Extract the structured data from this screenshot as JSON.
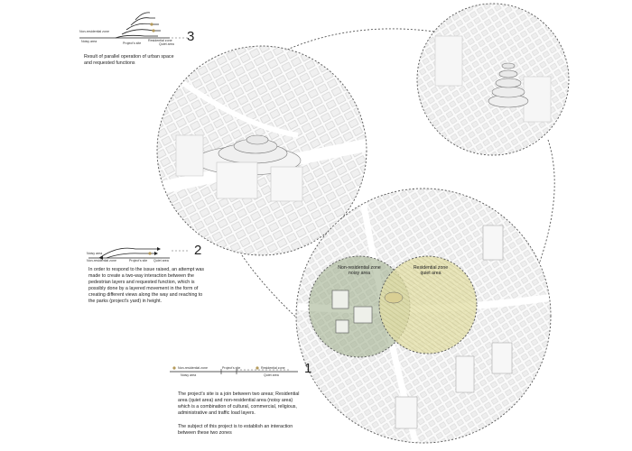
{
  "step3": {
    "number": "3",
    "legend": {
      "non_residential": "Non-residential zone",
      "residential": "Residential zone",
      "noisy": "Noisy area",
      "project": "Project's site",
      "quiet": "Quiet area"
    },
    "text": "Result of parallel operation of urban space and requested functions"
  },
  "step2": {
    "number": "2",
    "legend": {
      "noisy": "Noisy area",
      "project": "Project's site",
      "non_residential": "Non-residential zone",
      "quiet": "Quiet area"
    },
    "text": "In order to respond to the issue raised, an attempt was made to create a two-way interaction between the pedestrian layers and requested function, which is possibly done by a layered movement in the form of creating different views along the way and reaching to the parks (project's yard) in height."
  },
  "step1": {
    "number": "1",
    "legend": {
      "non_residential": "Non-residential zone",
      "project": "Project's site",
      "residential": "Residential zone",
      "noisy": "Noisy area",
      "quiet": "Quiet area"
    },
    "text1": "The project's site is a join between two areas; Residential area (quiet area) and non-residential area (noisy area) which is a combination of cultural, commercial, religious, administrative and traffic load layers.",
    "text2": "The subject of this project is to establish an interaction between these two zones"
  },
  "map_labels": {
    "non_residential": "Non-residential zone",
    "noisy": "noisy area",
    "residential": "Residential zone",
    "quiet": "quiet area"
  },
  "colors": {
    "noisy_zone": "#9aac86",
    "quiet_zone": "#e3dfa6",
    "tree": "#b59a5a",
    "line": "#444444"
  }
}
